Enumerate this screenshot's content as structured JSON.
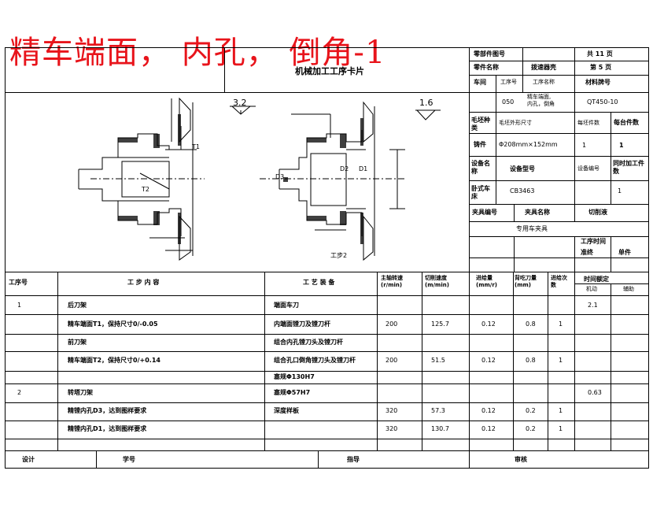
{
  "heading": "精车端面， 内孔， 倒角-1",
  "card_title": "机械加工工序卡片",
  "header": {
    "part_drawing_no": "零部件图号",
    "total_pages": "共 11 页",
    "part_name_label": "零件名称",
    "part_name": "拨速器壳",
    "page_no": "第 5 页",
    "workshop": "车间",
    "process_no": "工序号",
    "process_name": "工序名称",
    "material_label": "材料牌号",
    "process_no_value": "050",
    "process_name_value": "精车端面,\n内孔，倒角",
    "material_value": "QT450-10"
  },
  "right_panel": {
    "blank_type": "毛坯种类",
    "blank_size": "毛坯外形尺寸",
    "blank_count": "每坯件数",
    "pieces_per_unit": "每台件数",
    "casting": "铸件",
    "casting_size": "Φ208mm×152mm",
    "casting_count": "1",
    "casting_pieces": "1",
    "equipment_name": "设备名称",
    "equipment_model": "设备型号",
    "equipment_no": "设备编号",
    "simultaneous": "同时加工件数",
    "lathe": "卧式车床",
    "lathe_model": "CB3463",
    "lathe_simul": "1",
    "fixture_no": "夹具编号",
    "fixture_name": "夹具名称",
    "coolant": "切削液",
    "fixture_value": "专用车夹具",
    "process_time": "工序时间",
    "prep_time": "准终",
    "unit_time": "单件"
  },
  "drawing": {
    "roughness_left": "3.2",
    "roughness_right": "1.6",
    "t1": "T1",
    "t2": "T2",
    "d1": "D1",
    "d2": "D2",
    "d3": "D3",
    "step_label": "工步2"
  },
  "table": {
    "headers": {
      "step_no": "工序号",
      "step_content": "工 步 内 容",
      "equipment": "工 艺 装 备",
      "spindle": "主轴转速\n(r/min)",
      "cut_speed": "切削速度\n(m/min)",
      "feed": "进给量\n(mm/r)",
      "depth": "背吃刀量\n(mm)",
      "passes": "进给次\n数",
      "time_quota": "时间额定",
      "machine": "机动",
      "aux": "辅助"
    },
    "rows": [
      {
        "no": "1",
        "content": "后刀架",
        "equip": "端面车刀",
        "spindle": "",
        "speed": "",
        "feed": "",
        "depth": "",
        "passes": "",
        "machine": "2.1"
      },
      {
        "no": "",
        "content": "精车端面T1，保持尺寸0/-0.05",
        "equip": "内端面镗刀及镗刀杆",
        "spindle": "200",
        "speed": "125.7",
        "feed": "0.12",
        "depth": "0.8",
        "passes": "1",
        "machine": ""
      },
      {
        "no": "",
        "content": "前刀架",
        "equip": "组合内孔镗刀头及镗刀杆",
        "spindle": "",
        "speed": "",
        "feed": "",
        "depth": "",
        "passes": "",
        "machine": ""
      },
      {
        "no": "",
        "content": "精车端面T2，保持尺寸0/+0.14",
        "equip": "组合孔口倒角镗刀头及镗刀杆",
        "spindle": "200",
        "speed": "51.5",
        "feed": "0.12",
        "depth": "0.8",
        "passes": "1",
        "machine": ""
      },
      {
        "no": "",
        "content": "",
        "equip": "塞规Φ130H7",
        "spindle": "",
        "speed": "",
        "feed": "",
        "depth": "",
        "passes": "",
        "machine": ""
      },
      {
        "no": "2",
        "content": "转塔刀架",
        "equip": "塞规Φ57H7",
        "spindle": "",
        "speed": "",
        "feed": "",
        "depth": "",
        "passes": "",
        "machine": "0.63"
      },
      {
        "no": "",
        "content": "精镗内孔D3，达到图样要求",
        "equip": "深度样板",
        "spindle": "320",
        "speed": "57.3",
        "feed": "0.12",
        "depth": "0.2",
        "passes": "1",
        "machine": ""
      },
      {
        "no": "",
        "content": "精镗内孔D1，达到图样要求",
        "equip": "",
        "spindle": "320",
        "speed": "130.7",
        "feed": "0.12",
        "depth": "0.2",
        "passes": "1",
        "machine": ""
      }
    ]
  },
  "footer": {
    "design": "设计",
    "student_no": "学号",
    "guide": "指导",
    "review": "审核"
  }
}
